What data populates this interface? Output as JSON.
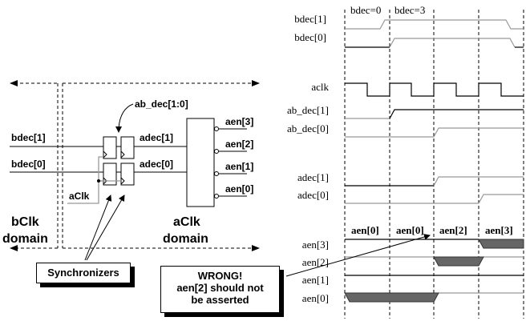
{
  "schematic": {
    "inputs": [
      "bdec[1]",
      "bdec[0]"
    ],
    "sync_outputs": [
      "adec[1]",
      "adec[0]"
    ],
    "sync_bus_label": "ab_dec[1:0]",
    "clock_label": "aClk",
    "decoder_outputs": [
      "aen[3]",
      "aen[2]",
      "aen[1]",
      "aen[0]"
    ],
    "domain_left": [
      "bClk",
      "domain"
    ],
    "domain_right": [
      "aClk",
      "domain"
    ]
  },
  "callouts": {
    "synchronizers": "Synchronizers",
    "wrong_line1": "WRONG!",
    "wrong_line2": "aen[2] should not",
    "wrong_line3": "be asserted"
  },
  "timing": {
    "interval_labels": [
      "bdec=0",
      "bdec=3"
    ],
    "signals": [
      "bdec[1]",
      "bdec[0]",
      "aclk",
      "ab_dec[1]",
      "ab_dec[0]",
      "adec[1]",
      "adec[0]",
      "aen[3]",
      "aen[2]",
      "aen[1]",
      "aen[0]"
    ],
    "active_enable_labels": [
      "aen[0]",
      "aen[0]",
      "aen[2]",
      "aen[3]"
    ]
  }
}
